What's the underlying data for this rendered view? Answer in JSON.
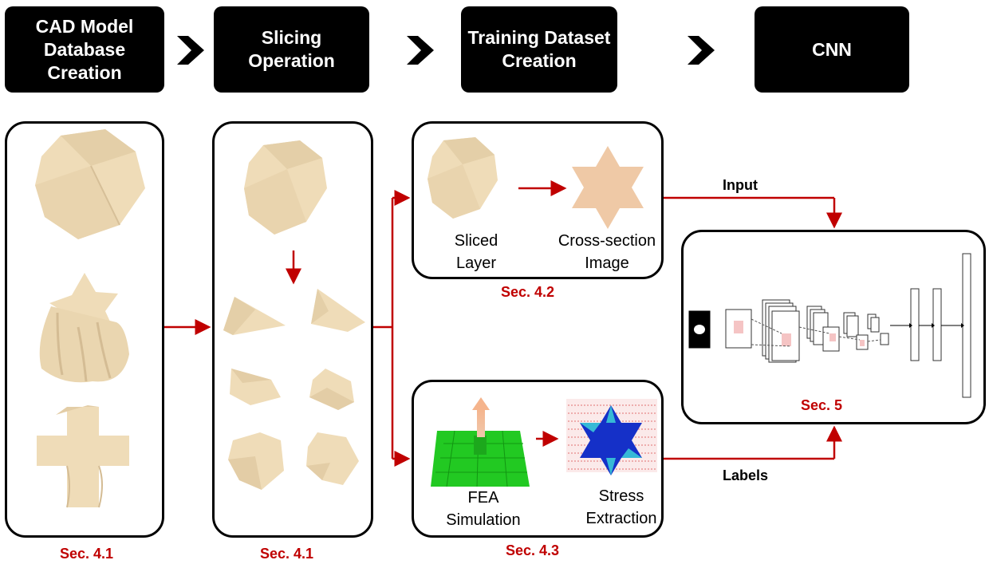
{
  "stages": [
    {
      "label": "CAD Model\nDatabase\nCreation"
    },
    {
      "label": "Slicing\nOperation"
    },
    {
      "label": "Training Dataset\nCreation"
    },
    {
      "label": "CNN"
    }
  ],
  "panels": {
    "cad": {
      "section": "Sec. 4.1"
    },
    "slicing": {
      "section": "Sec. 4.1"
    },
    "cross_section": {
      "section": "Sec. 4.2",
      "left_caption": "Sliced\nLayer",
      "right_caption": "Cross-section\nImage"
    },
    "fea": {
      "section": "Sec. 4.3",
      "left_caption": "FEA\nSimulation",
      "right_caption": "Stress\nExtraction"
    },
    "cnn": {
      "section": "Sec. 5"
    }
  },
  "flow": {
    "input_label": "Input",
    "labels_label": "Labels"
  },
  "colors": {
    "header_bg": "#000000",
    "arrow": "#c00000",
    "shape_fill": "#efdcb8",
    "shape_shade": "#d9c29a",
    "cross_section_fill": "#efc9a6",
    "fea_plate": "#22c922",
    "stress_blue": "#1530c8",
    "stress_cyan": "#36b9d6",
    "section_text": "#c00000"
  }
}
